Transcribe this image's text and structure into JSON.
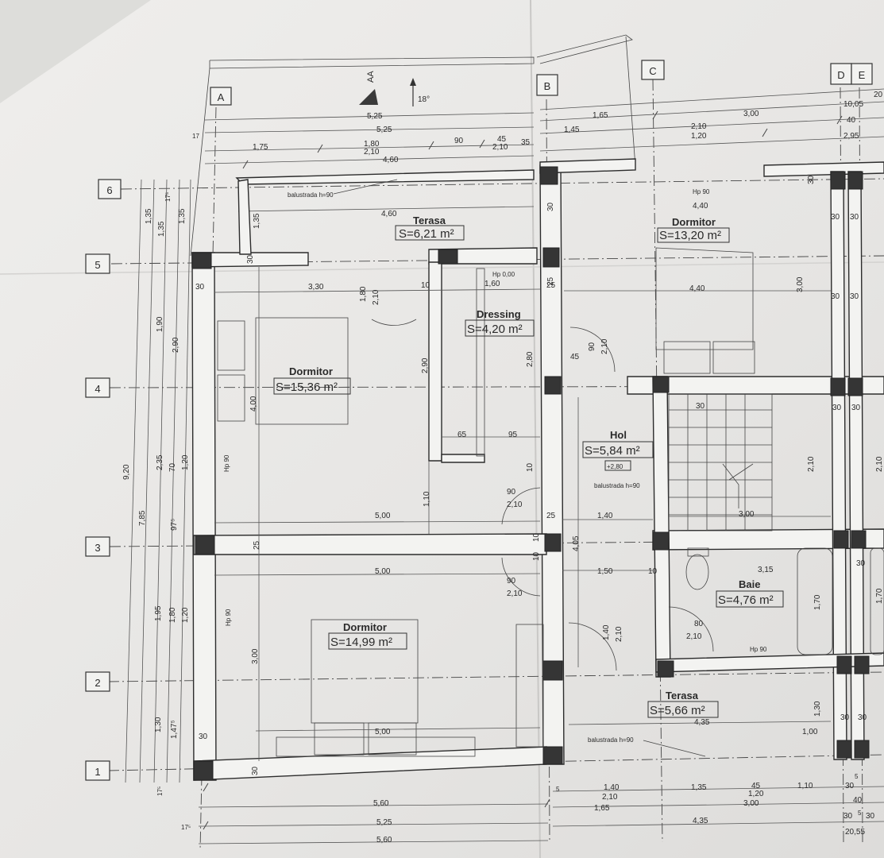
{
  "grid_labels": {
    "A": "A",
    "B": "B",
    "C": "C",
    "D": "D",
    "E": "E",
    "r1": "1",
    "r2": "2",
    "r3": "3",
    "r4": "4",
    "r5": "5",
    "r6": "6"
  },
  "section_marker": "AA",
  "north_label": "18°",
  "rooms": {
    "terasa_top": {
      "name": "Terasa",
      "area": "S=6,21 m²"
    },
    "dormitor_top": {
      "name": "Dormitor",
      "area": "S=13,20 m²"
    },
    "dressing": {
      "name": "Dressing",
      "area": "S=4,20 m²"
    },
    "dormitor_left": {
      "name": "Dormitor",
      "area": "S=15,36 m²"
    },
    "hol": {
      "name": "Hol",
      "area": "S=5,84 m²",
      "level": "+2,80"
    },
    "baie": {
      "name": "Baie",
      "area": "S=4,76 m²"
    },
    "dormitor_bottom": {
      "name": "Dormitor",
      "area": "S=14,99 m²"
    },
    "terasa_bottom": {
      "name": "Terasa",
      "area": "S=5,66 m²"
    }
  },
  "notes": {
    "balustrada_top": "balustrada h=90",
    "balustrada_mid": "balustrada h=90",
    "balustrada_bottom": "balustrada h=90",
    "hp90_a": "Hp 90",
    "hp90_b": "Hp 90",
    "hp90_c": "Hp 90",
    "hp90_d": "Hp 90",
    "hp000": "Hp 0,00"
  },
  "top_dims": {
    "t525a": "5,25",
    "t525b": "5,25",
    "t165": "1,65",
    "t300": "3,00",
    "t1005": "10,05",
    "t20": "20",
    "t17": "17",
    "t175": "1,75",
    "t180": "1,80",
    "t210a": "2,10",
    "t90": "90",
    "t45": "45",
    "t210b": "2,10",
    "t35": "35",
    "t145": "1,45",
    "t210c": "2,10",
    "t120": "1,20",
    "t40": "40",
    "t295": "2,95",
    "t460a": "4,60",
    "t460b": "4,60",
    "t440": "4,40"
  },
  "left_dims": {
    "l135a": "1,35",
    "l135b": "1,35",
    "l135c": "1,35",
    "l135d": "1,35",
    "l175": "17⁵",
    "l190": "1,90",
    "l290": "2,90",
    "l920": "9,20",
    "l785": "7,85",
    "l235": "2,35",
    "l70": "70",
    "l120a": "1,20",
    "l975": "97⁵",
    "l195": "1,95",
    "l180": "1,80",
    "l120b": "1,20",
    "l130": "1,30",
    "l1475": "1,47⁵",
    "l175b": "17⁵"
  },
  "interior_dims": {
    "d30a": "30",
    "d330": "3,30",
    "d10a": "10",
    "d160": "1,60",
    "d180": "1,80",
    "d210a": "2,10",
    "d400": "4,00",
    "d290": "2,90",
    "d280": "2,80",
    "d65": "65",
    "d95": "95",
    "d110": "1,10",
    "d500a": "5,00",
    "d90a": "90",
    "d210b": "2,10",
    "d25a": "25",
    "d500b": "5,00",
    "d90b": "90",
    "d210c": "2,10",
    "d300": "3,00",
    "d500c": "5,00",
    "d30b": "30",
    "d30c": "30",
    "d25b": "25",
    "d30d": "30",
    "d30e": "30",
    "d45": "45",
    "d90c": "90",
    "d210d": "2,10",
    "d10b": "10",
    "d140a": "1,40",
    "d405": "4,05",
    "d150": "1,50",
    "d10c": "10",
    "d140b": "1,40",
    "d210e": "2,10",
    "d80": "80",
    "d210f": "2,10",
    "d315": "3,15",
    "d170": "1,70",
    "d300b": "3,00",
    "d210g": "2,10",
    "d210h": "2,10",
    "d300c": "3,00",
    "d435a": "4,35",
    "d100": "1,00",
    "d130": "1,30",
    "d440b": "4,40",
    "d25c": "25",
    "d10d": "10",
    "d10e": "10",
    "d25d": "25",
    "d30f": "30",
    "d30g": "30",
    "d30h": "30",
    "d30i": "30",
    "d30j": "30",
    "d30k": "30",
    "d30l": "30",
    "d30m": "30",
    "d30n": "30",
    "d30o": "30",
    "d30p": "30",
    "d170b": "1,70"
  },
  "bottom_dims": {
    "b560a": "5,60",
    "b5": "5",
    "b140": "1,40",
    "b135": "1,35",
    "b45": "45",
    "b110": "1,10",
    "b5b": "5",
    "b30": "30",
    "b210": "2,10",
    "b120": "1,20",
    "b40": "40",
    "b165": "1,65",
    "b300": "3,00",
    "b175": "17⁵",
    "b525": "5,25",
    "b435": "4,35",
    "b30b": "30",
    "b5c": "5",
    "b30c": "30",
    "b560b": "5,60",
    "b2055": "20,55"
  }
}
